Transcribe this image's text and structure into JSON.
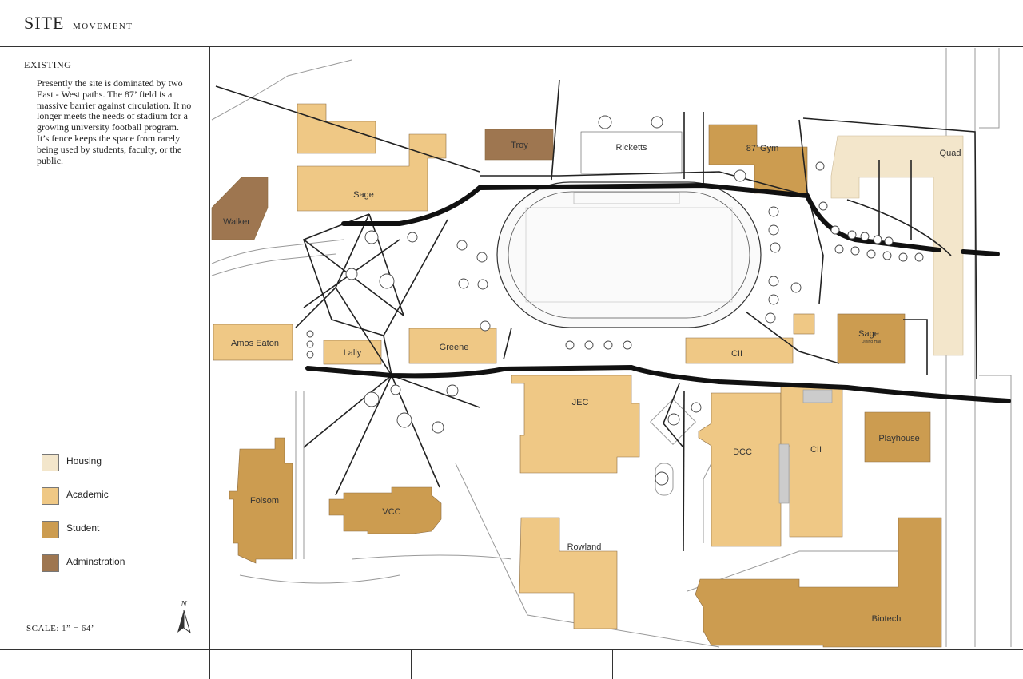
{
  "header": {
    "title": "SITE",
    "subtitle": "MOVEMENT"
  },
  "panel": {
    "heading": "EXISTING",
    "description": "Presently the site is dominated by two East - West paths. The 87’ field is a massive barrier against circulation. It no longer meets the needs of stadium for a growing university football program. It’s fence keeps the space from rarely being used by students, faculty, or the public.",
    "scale": "SCALE:  1” = 64’",
    "north_label": "N"
  },
  "legend": [
    {
      "label": "Housing",
      "color": "#f3e6cb"
    },
    {
      "label": "Academic",
      "color": "#efc885"
    },
    {
      "label": "Student",
      "color": "#cc9c50"
    },
    {
      "label": "Adminstration",
      "color": "#9e7650"
    }
  ],
  "buildings": {
    "walker": "Walker",
    "sage_acad": "Sage",
    "troy": "Troy",
    "ricketts": "Ricketts",
    "gym": "87’ Gym",
    "quad": "Quad",
    "amos_eaton": "Amos Eaton",
    "lally": "Lally",
    "greene": "Greene",
    "cii_north": "CII",
    "sage_dining": "Sage",
    "sage_dining_sub": "Dining Hall",
    "jec": "JEC",
    "dcc": "DCC",
    "cii_south": "CII",
    "playhouse": "Playhouse",
    "folsom": "Folsom",
    "vcc": "VCC",
    "rowland": "Rowland",
    "biotech": "Biotech"
  },
  "colors": {
    "path": "#111111",
    "line": "#333333",
    "road": "#999999"
  }
}
